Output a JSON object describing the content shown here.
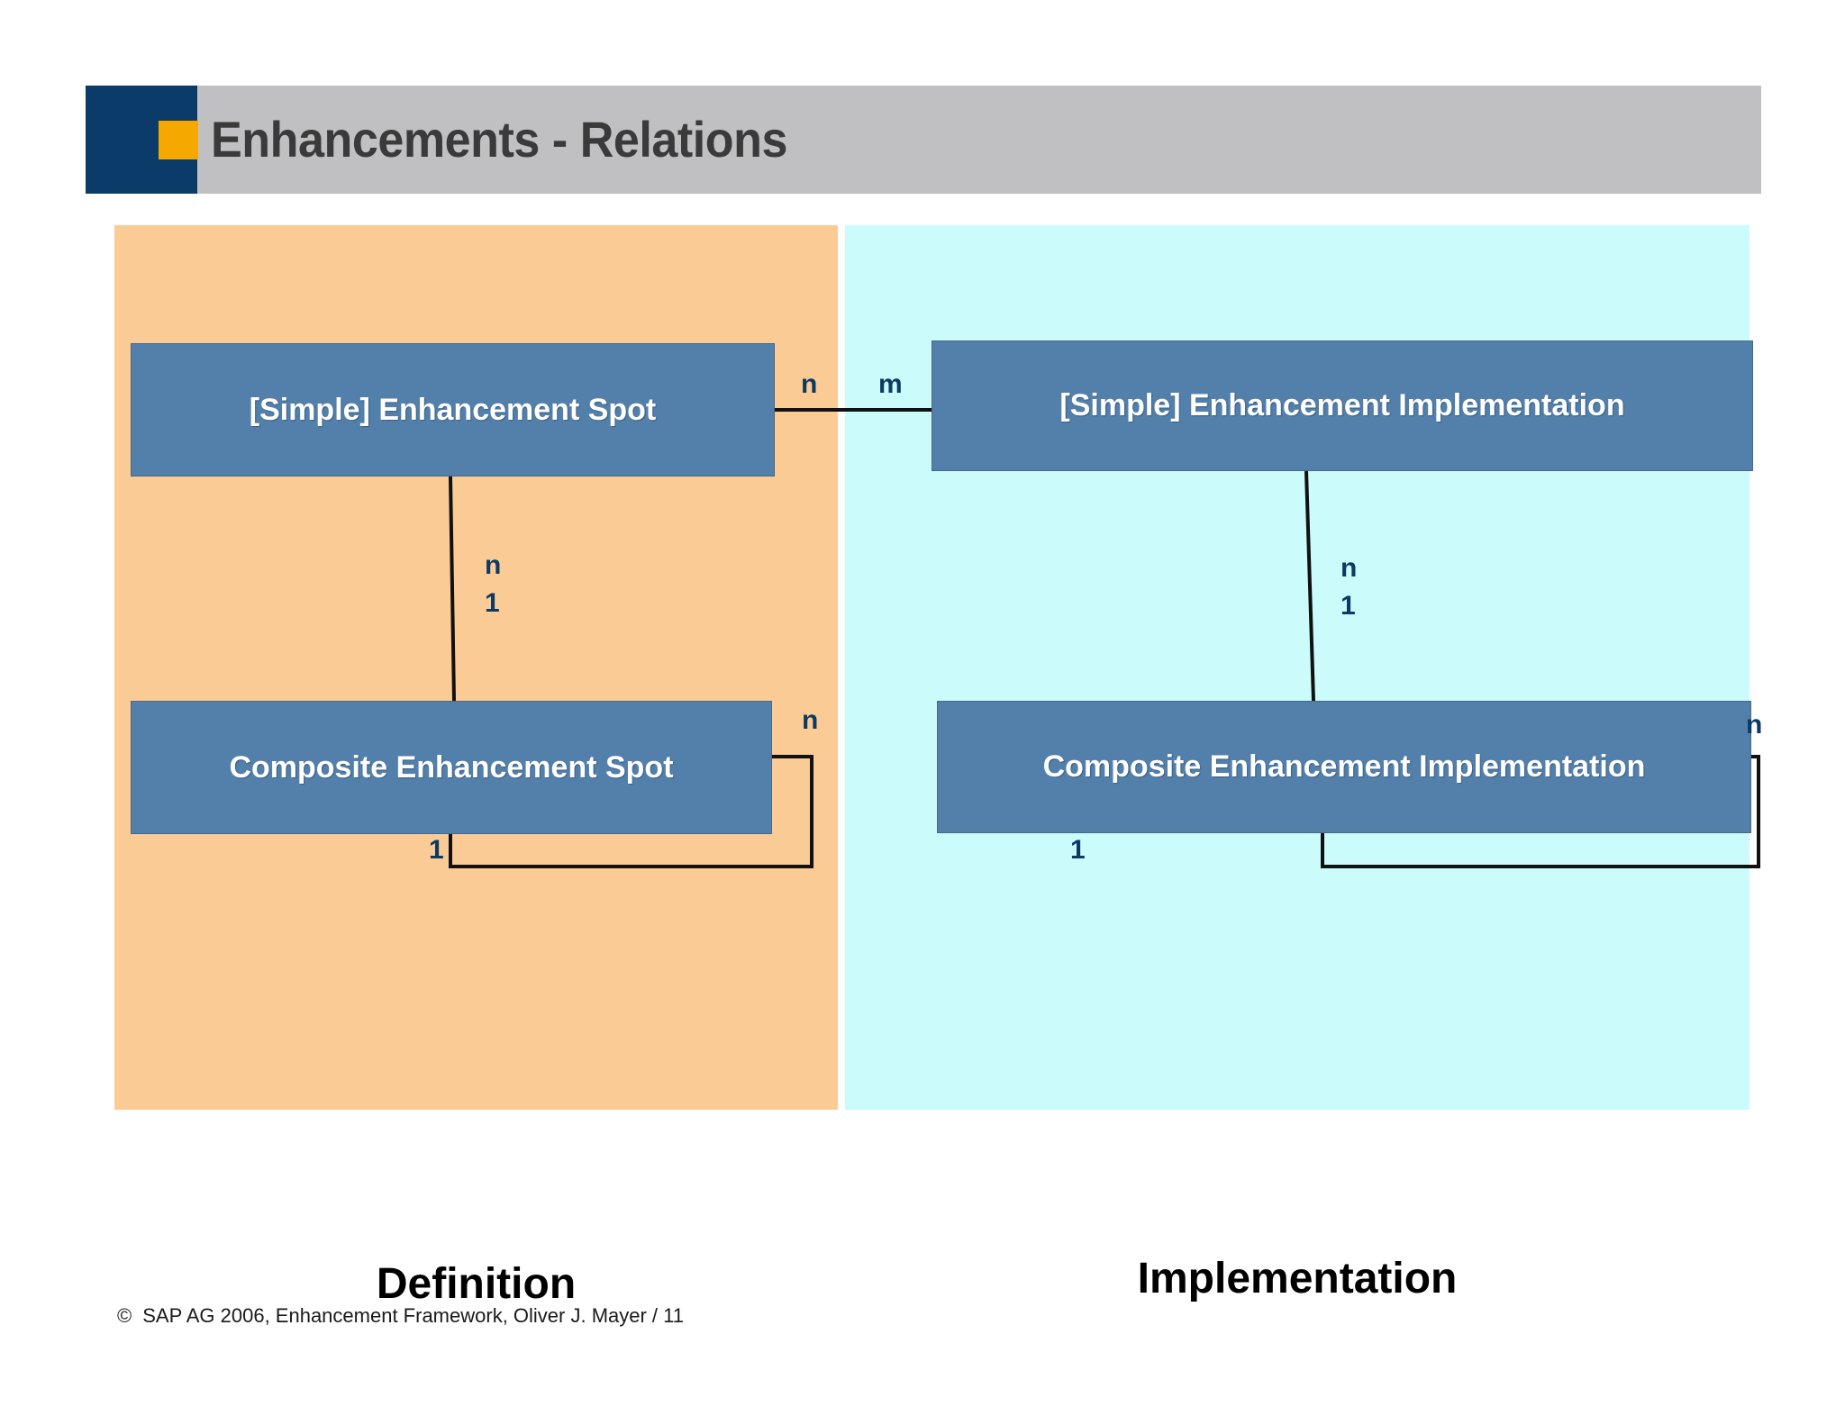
{
  "slide": {
    "title": "Enhancements - Relations",
    "page_number": "11"
  },
  "header": {
    "accent_navy": "#0b3b68",
    "accent_orange": "#f5a800",
    "bar_gray": "#c0c0c2",
    "title_color": "#3a3a3a"
  },
  "panels": {
    "definition": {
      "caption": "Definition",
      "background": "#fbcb96"
    },
    "implementation": {
      "caption": "Implementation",
      "background": "#cbfbfb"
    }
  },
  "entities": {
    "simple_enhancement_spot": "[Simple] Enhancement Spot",
    "composite_enhancement_spot": "Composite Enhancement Spot",
    "simple_enhancement_implementation": "[Simple] Enhancement Implementation",
    "composite_enhancement_implementation": "Composite Enhancement Implementation",
    "box_fill": "#5380ab",
    "box_text_color": "#ffffff"
  },
  "cardinalities": {
    "spot_to_implementation_left": "n",
    "spot_to_implementation_right": "m",
    "definition_vertical_top": "n",
    "definition_vertical_bottom": "1",
    "implementation_vertical_top": "n",
    "implementation_vertical_bottom": "1",
    "definition_loop_n": "n",
    "definition_loop_1": "1",
    "implementation_loop_n": "n",
    "implementation_loop_1": "1",
    "label_color": "#0d3a63"
  },
  "footer": {
    "copyright_symbol": "©",
    "text": "SAP AG 2006, Enhancement Framework, Oliver J. Mayer / 11"
  }
}
